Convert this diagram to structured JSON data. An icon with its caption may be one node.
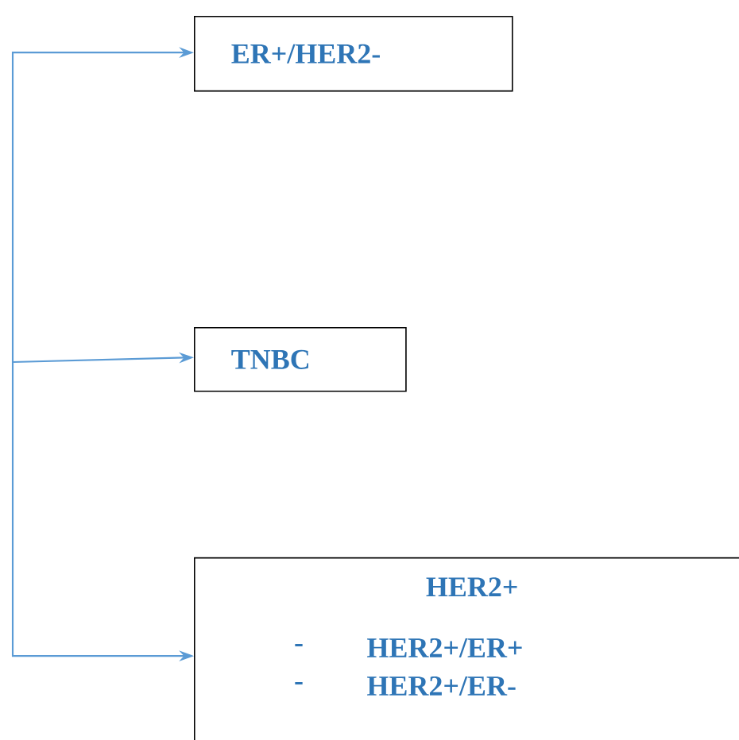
{
  "diagram": {
    "nodes": [
      {
        "text": [
          "ER+/HER2-"
        ]
      },
      {
        "text": [
          "TNBC"
        ]
      },
      {
        "text": [
          "HER2+",
          "-",
          "HER2+/ER+",
          "-",
          "HER2+/ER-"
        ]
      }
    ],
    "edges": [
      {
        "from": null,
        "to": 0,
        "arrow": "to"
      },
      {
        "from": null,
        "to": 1,
        "arrow": "to"
      },
      {
        "from": null,
        "to": 2,
        "arrow": "to"
      }
    ]
  }
}
